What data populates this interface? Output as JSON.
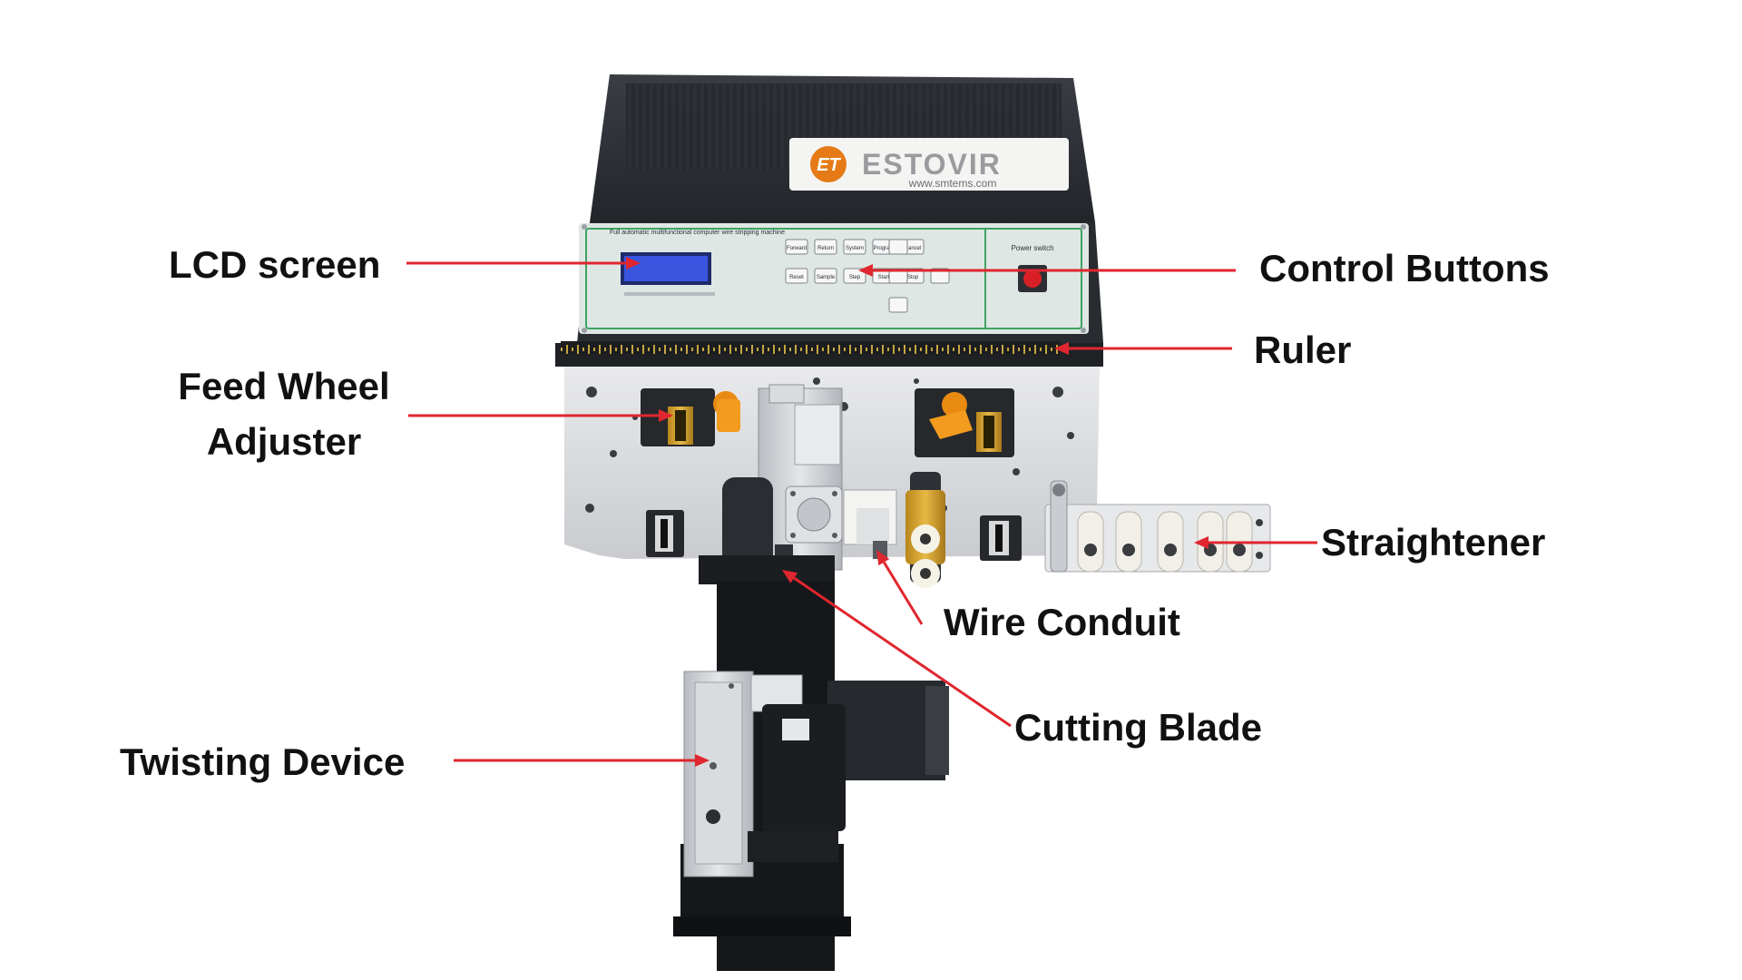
{
  "colors": {
    "arrow": "#e0262e",
    "machine_dark": "#2b2e34",
    "panel_bg": "#dfe7e4",
    "panel_border": "#3fa363",
    "lcd": "#3a55e0",
    "steel": "#cfd2d6",
    "brass": "#d9a72a",
    "orange": "#e98a13",
    "white_part": "#f1efe8"
  },
  "machine": {
    "brand": "ESTOVIR",
    "logo_mark": "ET",
    "website": "www.smtems.com",
    "panel_title": "Full automatic multifunctional computer wire stripping machine",
    "power_label": "Power switch",
    "keys": [
      "Forward",
      "Return",
      "System",
      "Program",
      "Cancel",
      "Reset",
      "Sample",
      "Step",
      "Start",
      "Stop"
    ]
  },
  "labels": {
    "lcd_screen": "LCD screen",
    "control_buttons": "Control Buttons",
    "ruler": "Ruler",
    "feed_wheel_line1": "Feed Wheel",
    "feed_wheel_line2": "Adjuster",
    "straightener": "Straightener",
    "wire_conduit": "Wire Conduit",
    "cutting_blade": "Cutting Blade",
    "twisting_device": "Twisting Device"
  }
}
